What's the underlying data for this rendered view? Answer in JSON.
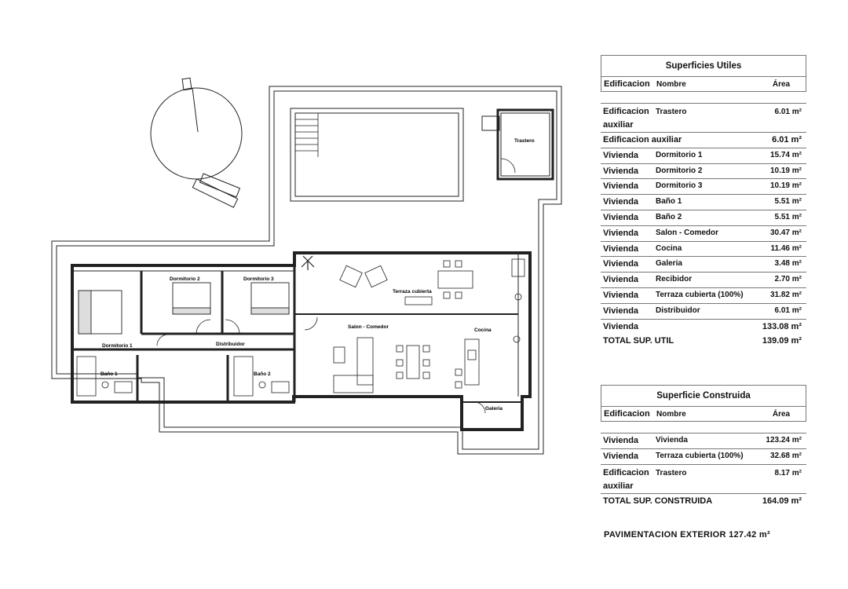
{
  "plan": {
    "rooms": {
      "trastero": "Trastero",
      "dormitorio2": "Dormitorio 2",
      "dormitorio3": "Dormitorio 3",
      "dormitorio1": "Dormitorio 1",
      "terraza": "Terraza cubierta",
      "salon": "Salon - Comedor",
      "cocina": "Cocina",
      "distribuidor": "Distribuidor",
      "bano1": "Baño 1",
      "bano2": "Baño 2",
      "galeria": "Galeria"
    }
  },
  "utiles": {
    "title": "Superficies Utiles",
    "headers": {
      "edificacion": "Edificacion",
      "nombre": "Nombre",
      "area": "Área"
    },
    "auxiliar_row": {
      "edificacion": "Edificacion auxiliar",
      "nombre": "Trastero",
      "area": "6.01 m²"
    },
    "auxiliar_total": {
      "label": "Edificacion auxiliar",
      "area": "6.01 m²"
    },
    "rows": [
      {
        "edificacion": "Vivienda",
        "nombre": "Dormitorio 1",
        "area": "15.74 m²"
      },
      {
        "edificacion": "Vivienda",
        "nombre": "Dormitorio 2",
        "area": "10.19 m²"
      },
      {
        "edificacion": "Vivienda",
        "nombre": "Dormitorio 3",
        "area": "10.19 m²"
      },
      {
        "edificacion": "Vivienda",
        "nombre": "Baño 1",
        "area": "5.51 m²"
      },
      {
        "edificacion": "Vivienda",
        "nombre": "Baño 2",
        "area": "5.51 m²"
      },
      {
        "edificacion": "Vivienda",
        "nombre": "Salon - Comedor",
        "area": "30.47 m²"
      },
      {
        "edificacion": "Vivienda",
        "nombre": "Cocina",
        "area": "11.46 m²"
      },
      {
        "edificacion": "Vivienda",
        "nombre": "Galeria",
        "area": "3.48 m²"
      },
      {
        "edificacion": "Vivienda",
        "nombre": "Recibidor",
        "area": "2.70 m²"
      },
      {
        "edificacion": "Vivienda",
        "nombre": "Terraza cubierta (100%)",
        "area": "31.82 m²"
      },
      {
        "edificacion": "Vivienda",
        "nombre": "Distribuidor",
        "area": "6.01 m²"
      }
    ],
    "vivienda_total": {
      "label": "Vivienda",
      "area": "133.08 m²"
    },
    "total": {
      "label": "TOTAL SUP. UTIL",
      "area": "139.09 m²"
    }
  },
  "construida": {
    "title": "Superficie Construida",
    "headers": {
      "edificacion": "Edificacion",
      "nombre": "Nombre",
      "area": "Área"
    },
    "rows": [
      {
        "edificacion": "Vivienda",
        "nombre": "Vivienda",
        "area": "123.24 m²"
      },
      {
        "edificacion": "Vivienda",
        "nombre": "Terraza cubierta (100%)",
        "area": "32.68 m²"
      }
    ],
    "auxiliar_row": {
      "edificacion": "Edificacion auxiliar",
      "nombre": "Trastero",
      "area": "8.17 m²"
    },
    "total": {
      "label": "TOTAL SUP. CONSTRUIDA",
      "area": "164.09 m²"
    }
  },
  "pavimentacion": "PAVIMENTACION EXTERIOR 127.42 m²"
}
